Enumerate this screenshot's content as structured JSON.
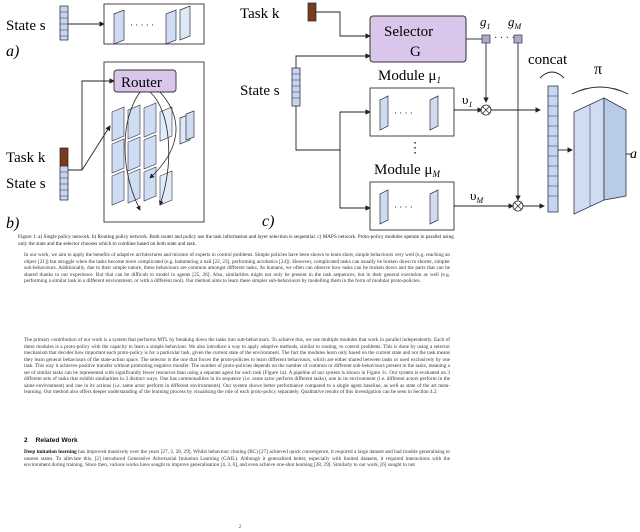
{
  "figure": {
    "panel_a": {
      "label": "a)",
      "state": "State s"
    },
    "panel_b": {
      "label": "b)",
      "router": "Router",
      "task": "Task k",
      "state": "State s"
    },
    "panel_c": {
      "label": "c)",
      "task": "Task k",
      "state": "State s",
      "selector_line1": "Selector",
      "selector_line2": "G",
      "g1": "g",
      "g1_sub": "1",
      "gM": "g",
      "gM_sub": "M",
      "module1": "Module μ",
      "module1_sub": "1",
      "moduleM": "Module μ",
      "moduleM_sub": "M",
      "v1": "υ",
      "v1_sub": "1",
      "vM": "υ",
      "vM_sub": "M",
      "concat": "concat",
      "pi": "π",
      "action": "a"
    },
    "colors": {
      "selector_fill": "#d9c6ea",
      "task_bar": "#7a3b1e",
      "state_bar": "#c7d6f0",
      "block_fill": "#cfdcf2"
    }
  },
  "caption": "Figure 1: a) Single policy network. b) Routing policy network. Both router and policy use the task information and layer selection is sequential. c) MAPS network. Proto-policy modules operate in parallel using only the state and the selector chooses which to combine based on both state and task.",
  "paragraphs": [
    "In our work, we aim to apply the benefits of adaptive architectures and mixture of experts in control problems. Simple policies have been shown to learn short, simple behaviours very well (e.g. reaching an object [21]) but struggle when the tasks become more complicated (e.g. hammering a nail [22, 23], performing acrobatics [24]). However, complicated tasks can usually be broken down to shorter, simpler sub-behaviours. Additionally, due to their simple nature, these behaviours are common amongst different tasks. As humans, we often can observe how tasks can be broken down and the parts that can be shared thanks to our experience. But that can be difficult to model in agents [25, 26]. Also, similarities might not only be present in the task sequences, but in their general execution as well (e.g. performing a similar task in a different environment, or with a different tool). Our method aims to learn these simpler sub-behaviours by modelling them in the form of modular proto-policies.",
    "The primary contribution of our work is a system that performs MTL by breaking down the tasks into sub-behaviours. To achieve this, we use multiple modules that work in parallel independently. Each of these modules is a proto-policy with the capacity to learn a simple behaviour. We also introduce a way to apply adaptive methods, similar to routing, to control problems. This is done by using a selector mechanism that decides how important each proto-policy is for a particular task, given the current state of the environment. The fact the modules learn only based on the current state and not the task means they learn general behaviours of the state-action space. The selector is the one that forces the proto-policies to learn different behaviours, which are either shared between tasks or used exclusively by one task. This way it achieves positive transfer without promoting negative transfer. The number of proto-policies depends on the number of common or different sub-behaviours present in the tasks, meaning a set of similar tasks can be represented with significantly fewer resources than using a separate agent for each task (Figure 1a). A pipeline of our system is shown in Figure 1c. Our system is evaluated on 3 different sets of tasks that exhibit similarities in 3 distinct ways. One has commonalities in its sequence (i.e. same actor perform different tasks), one in its environment (i.e. different actors perform in the same environment) and one in its actions (i.e. same actor perform in different environments). Our system shows better performance compared to a single agent baseline, as well as state of the art meta-learning. Our method also offers deeper understanding of the learning process by visualising the role of each proto-policy separately. Qualitative results of this investigation can be seen in Section 4.2."
  ],
  "section": {
    "number": "2",
    "title": "Related Work"
  },
  "related_work": {
    "lead": "Deep imitation learning",
    "text": " has improved massively over the years [27, 2, 28, 29]. Whilst behaviour cloning (BC) [27] achieved quick convergence, it required a large dataset and had trouble generalising to unseen states. To alleviate this, [2] introduced Generative Adversarial Imitation Learning (GAIL). Although it generalised better, especially with limited datasets, it required interactions with the environment during training. Since then, various works have sought to improve generalisation [4, 3, 6], and even achieve one-shot learning [28, 29]. Similarly to our work, [6] sought to not"
  },
  "page_number": "2"
}
